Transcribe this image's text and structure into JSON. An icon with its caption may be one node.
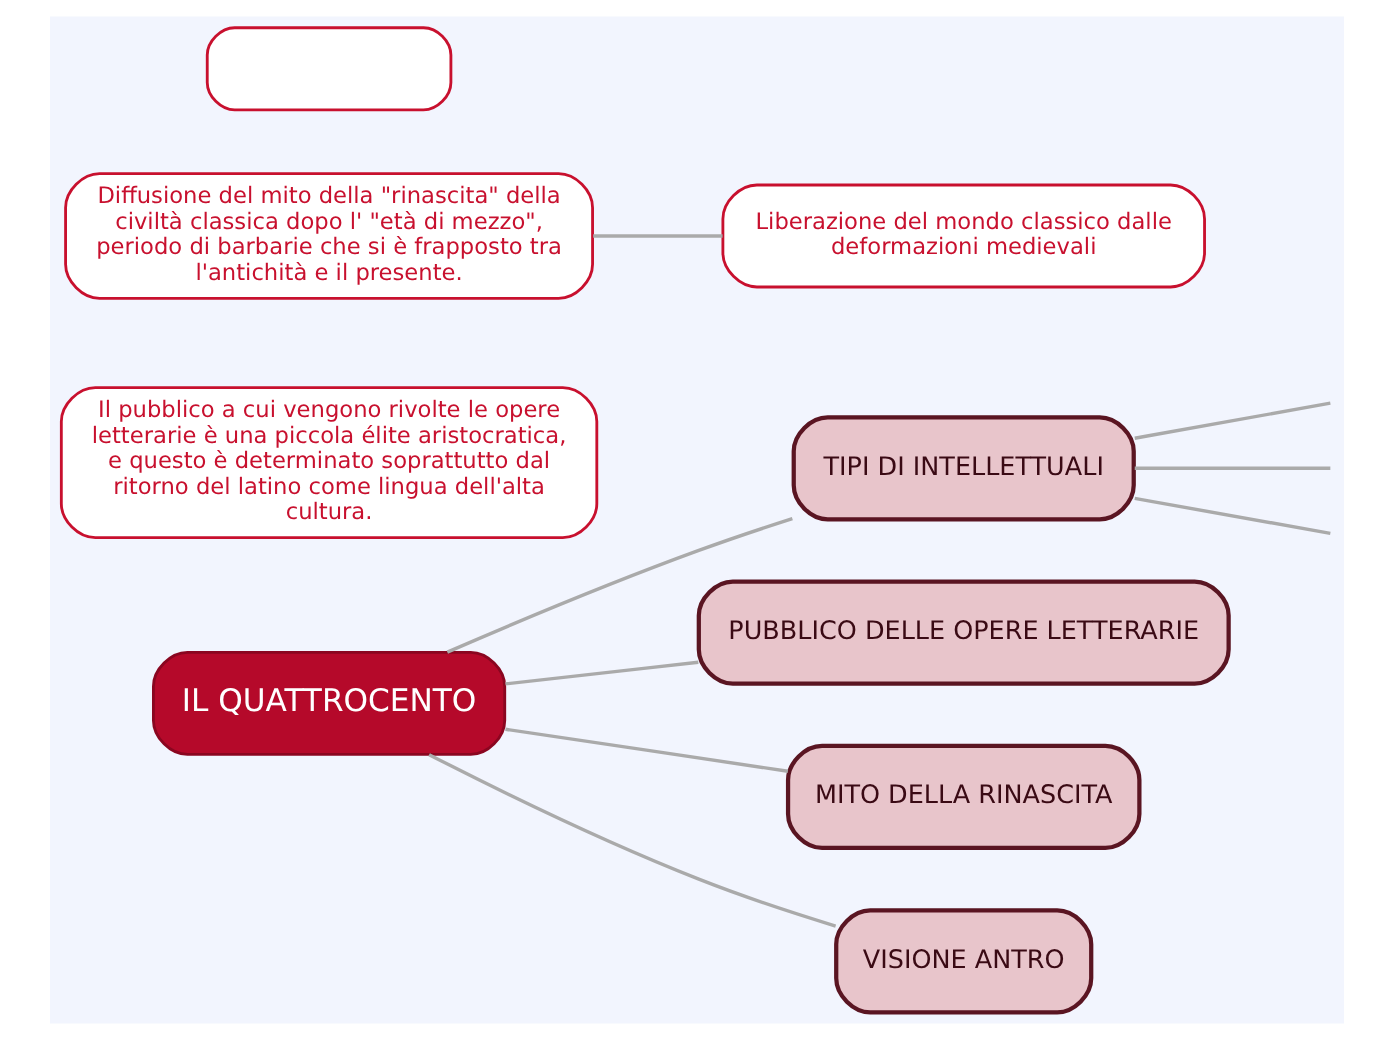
{
  "diagram": {
    "nodes": [
      {
        "text": [
          "IL QUATTROCENTO"
        ]
      },
      {
        "text": [
          "TIPI DI INTELLETTUALI"
        ]
      },
      {
        "text": [
          "PUBBLICO DELLE OPERE LETTERARIE"
        ]
      },
      {
        "text": [
          "Il pubblico a cui vengono rivolte le opere letterarie è una piccola élite aristocratica, e questo è determinato soprattutto dal ritorno del latino come lingua dell'alta cultura."
        ]
      },
      {
        "text": [
          "MITO DELLA RINASCITA"
        ]
      },
      {
        "text": [
          "Diffusione del mito della \"rinascita\" della civiltà classica dopo l' \"età di mezzo\", periodo di barbarie che si è frapposto tra l'antichità e il presente."
        ]
      },
      {
        "text": [
          "Liberazione del mondo classico dalle deformazioni medievali"
        ]
      },
      {
        "text": [
          "VISIONE ANTRO"
        ]
      },
      {
        "text": [],
        "shape": "box"
      }
    ],
    "edges": [
      {
        "from": 0,
        "to": 1,
        "arrow": "none"
      },
      {
        "from": 0,
        "to": 2,
        "arrow": "none"
      },
      {
        "from": 0,
        "to": 4,
        "arrow": "none"
      },
      {
        "from": 0,
        "to": 7,
        "arrow": "none"
      },
      {
        "from": 5,
        "to": 6,
        "arrow": "none"
      },
      {
        "from": 1,
        "to": null,
        "arrow": "none"
      },
      {
        "from": 1,
        "to": null,
        "arrow": "none"
      },
      {
        "from": 1,
        "to": null,
        "arrow": "none"
      }
    ]
  }
}
